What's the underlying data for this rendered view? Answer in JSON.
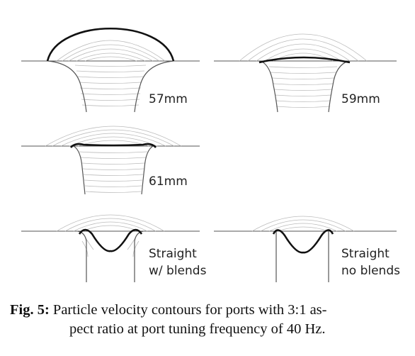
{
  "panels": [
    {
      "id": "57mm",
      "label_lines": [
        "57mm"
      ]
    },
    {
      "id": "59mm",
      "label_lines": [
        "59mm"
      ]
    },
    {
      "id": "61mm",
      "label_lines": [
        "61mm"
      ]
    },
    {
      "id": "straight-blends",
      "label_lines": [
        "Straight",
        "w/ blends"
      ]
    },
    {
      "id": "straight-noblends",
      "label_lines": [
        "Straight",
        "no blends"
      ]
    }
  ],
  "caption": {
    "lead": "Fig. 5:",
    "line1": "Particle velocity contours for ports with 3:1 as-",
    "line2": "pect ratio at port tuning frequency of 40 Hz."
  }
}
